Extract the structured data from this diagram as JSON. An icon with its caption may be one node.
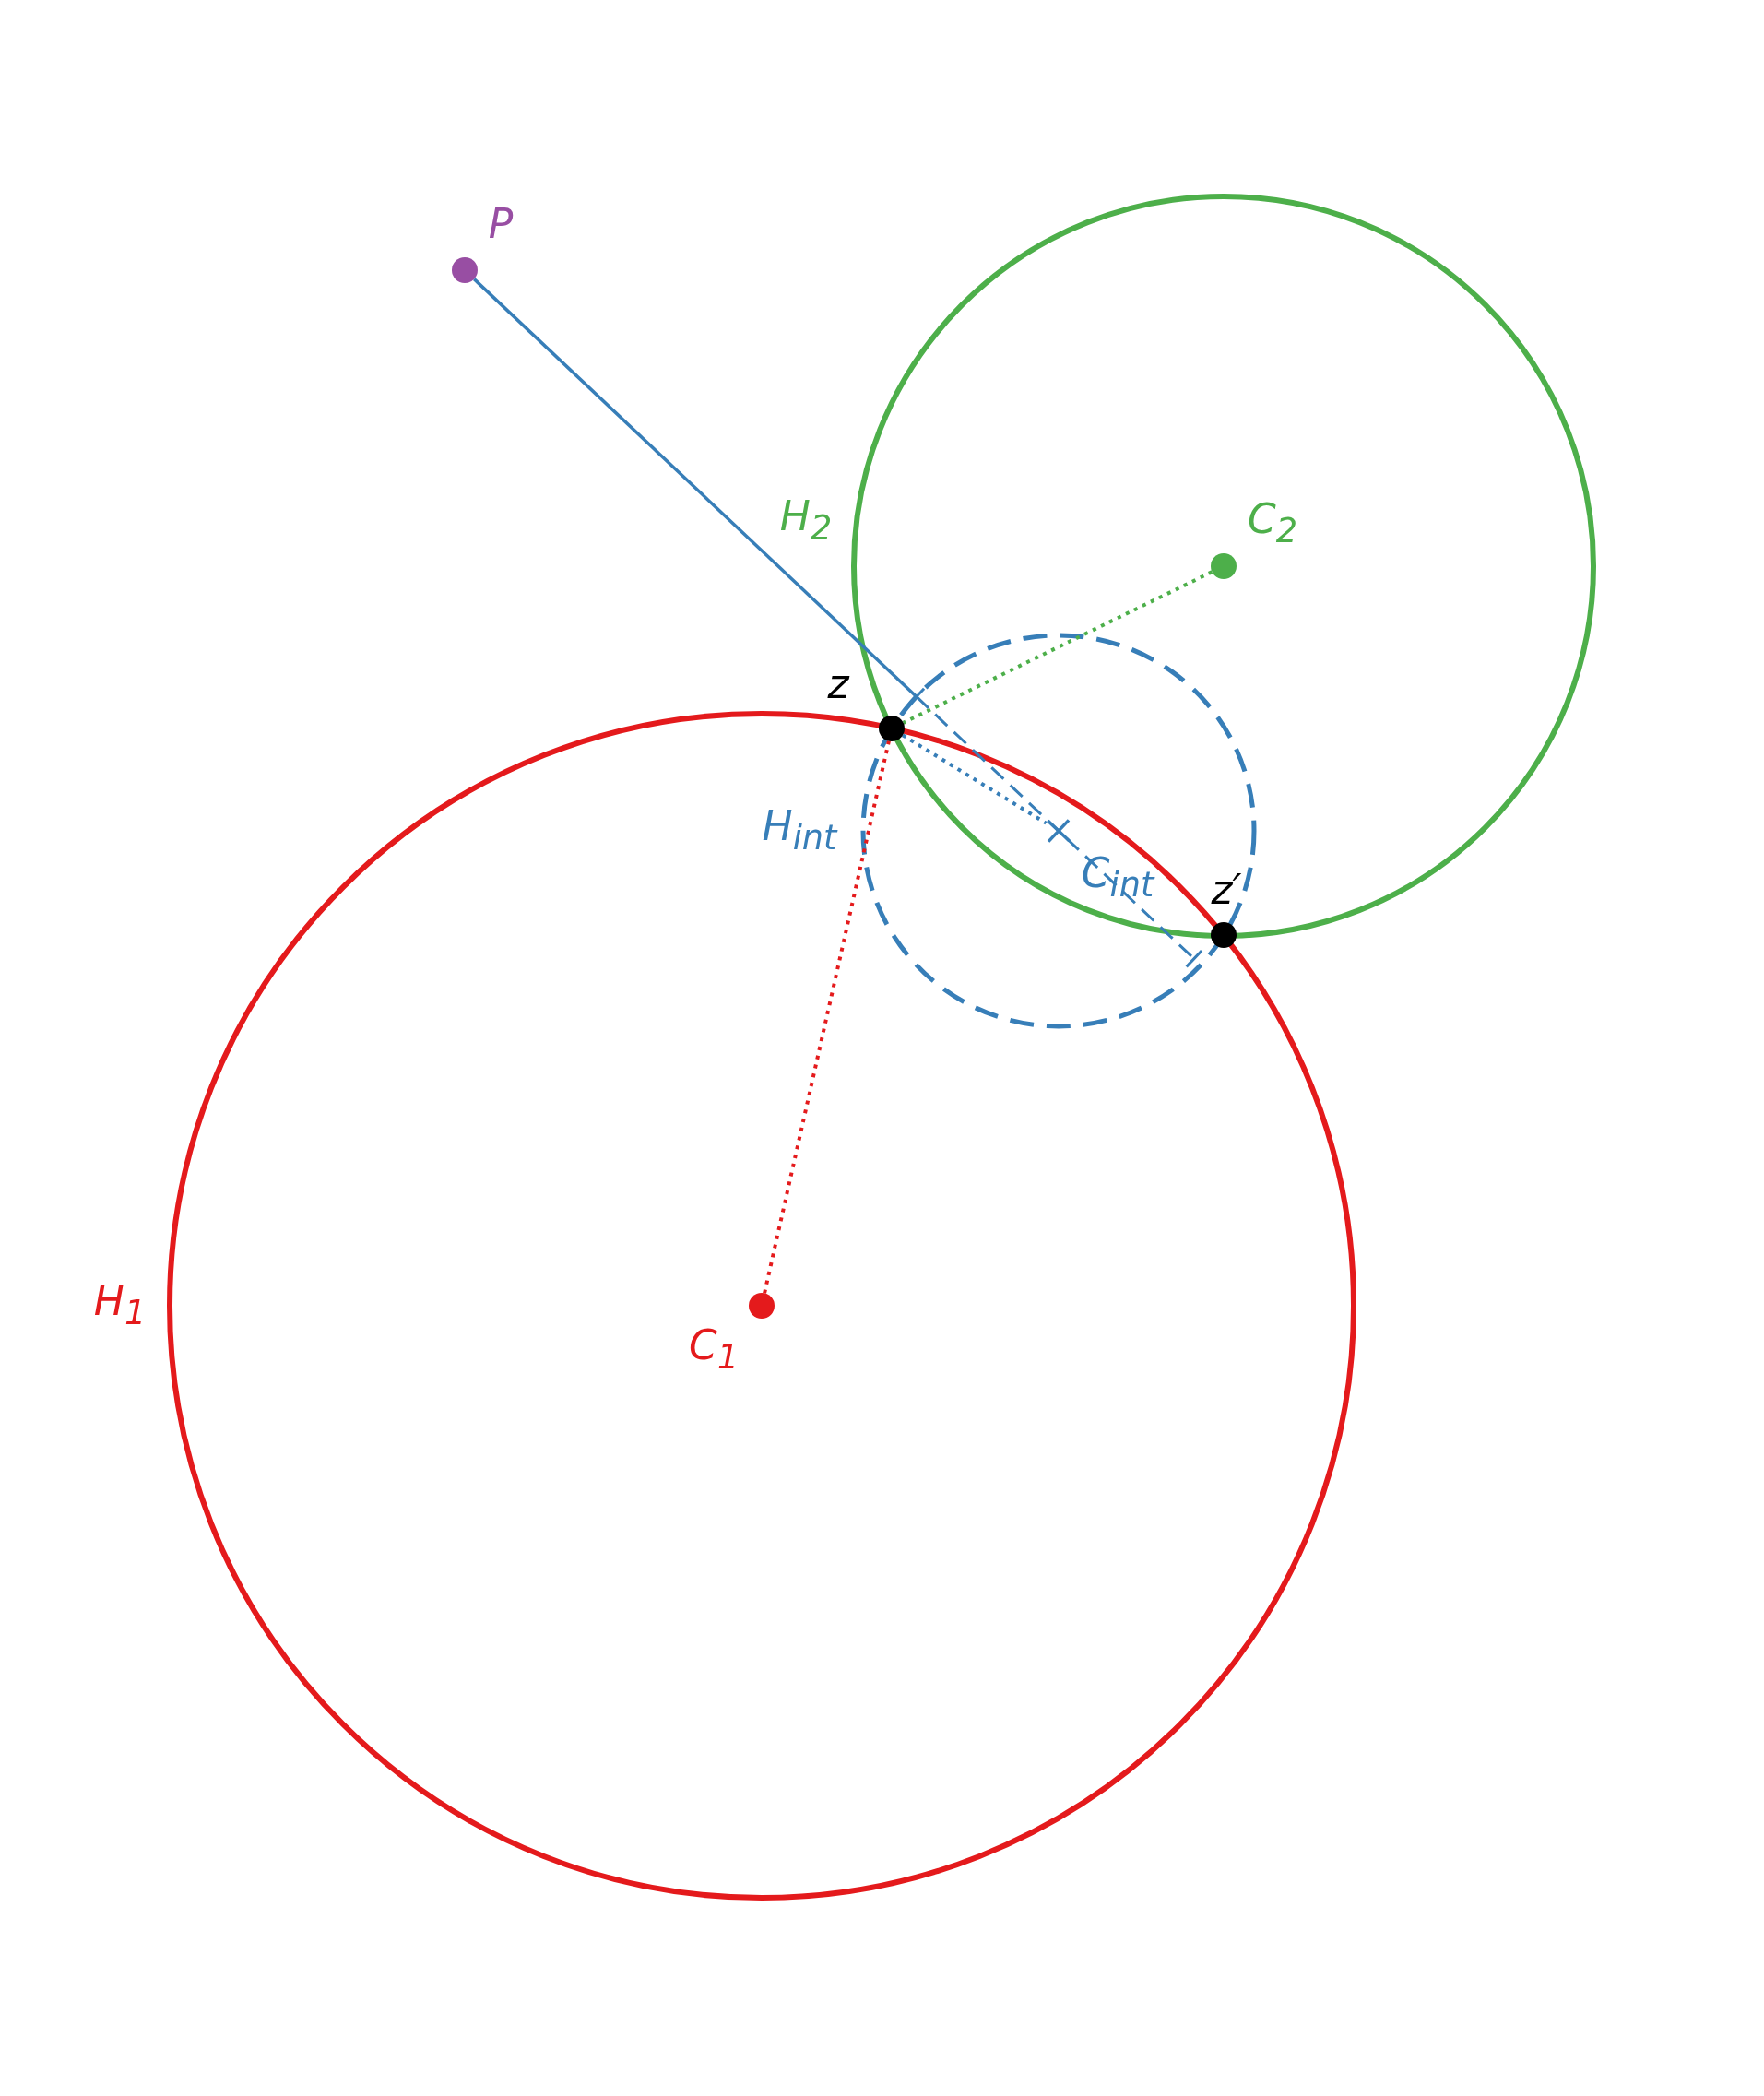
{
  "diagram": {
    "nodes": [
      {
        "text": [],
        "shape": "circle",
        "beside": [
          "P"
        ]
      },
      {
        "text": [],
        "shape": "circle",
        "beside": [
          "C$_{2}$"
        ]
      },
      {
        "text": [],
        "shape": "circle",
        "beside": [
          "z"
        ]
      },
      {
        "text": [],
        "shape": "cross",
        "beside": [
          "C$_{int}$"
        ]
      },
      {
        "text": [],
        "shape": "circle",
        "beside": [
          "z′"
        ]
      },
      {
        "text": [],
        "shape": "circle",
        "beside": [
          "C$_{1}$"
        ]
      }
    ],
    "edges": [
      {
        "from": 0,
        "to": null,
        "arrow": "none",
        "color": "#377eb8"
      },
      {
        "from": 1,
        "to": 2,
        "arrow": "none",
        "style": "dashed",
        "color": "#4daf4a"
      },
      {
        "from": 2,
        "to": 3,
        "arrow": "none",
        "style": "dashed",
        "color": "#377eb8"
      },
      {
        "from": 5,
        "to": 2,
        "arrow": "none",
        "style": "dashed",
        "color": "#e41a1c"
      }
    ],
    "labels": [
      "H$_{2}$",
      "H$_{int}$",
      "H$_{1}$"
    ]
  }
}
